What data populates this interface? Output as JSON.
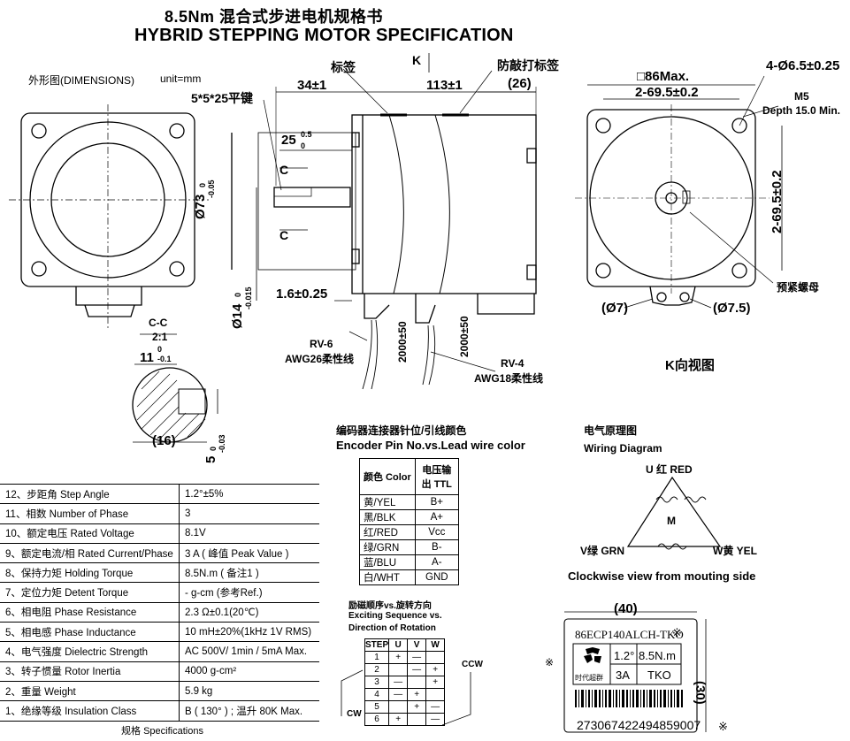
{
  "header": {
    "title_cn": "8.5Nm 混合式步进电机规格书",
    "title_en": "HYBRID STEPPING MOTOR SPECIFICATION"
  },
  "drawing": {
    "dimensions_label": "外形图(DIMENSIONS)",
    "unit_label": "unit=mm",
    "key_label": "5*5*25平键",
    "tag_label": "标签",
    "k_label": "K",
    "anti_tamper_label": "防敲打标签",
    "dim_34": "34±1",
    "dim_113": "113±1",
    "dim_26": "(26)",
    "dim_25": "25",
    "dim_25_tol": "0",
    "dim_25_tol_top": "0.5",
    "dim_73": "Ø73",
    "dim_73_tol": "0",
    "dim_73_tol2": "-0.05",
    "dim_14": "Ø14",
    "dim_14_tol": "0",
    "dim_14_tol2": "-0.015",
    "dim_1_6": "1.6±0.25",
    "c_mark": "C",
    "rv6": "RV-6",
    "awg26": "AWG26柔性线",
    "rv4": "RV-4",
    "awg18": "AWG18柔性线",
    "len_2000a": "2000±50",
    "len_2000b": "2000±50",
    "cc_label": "C-C",
    "cc_scale": "2:1",
    "dim_11": "11",
    "dim_11_tol": "0",
    "dim_11_tol2": "-0.1",
    "dim_16": "(16)",
    "dim_5": "5",
    "dim_5_tol": "0",
    "dim_5_tol2": "-0.03",
    "sq86": "□86Max.",
    "hole": "4-Ø6.5±0.25",
    "pitch": "2-69.5±0.2",
    "m5": "M5",
    "depth": "Depth 15.0 Min.",
    "pitch_v": "2-69.5±0.2",
    "nut": "预紧螺母",
    "phi7": "(Ø7)",
    "phi75": "(Ø7.5)",
    "kview": "K向视图"
  },
  "specs": {
    "rows": [
      {
        "name": "12、步距角 Step Angle",
        "value": "1.2°±5%"
      },
      {
        "name": "11、相数 Number of Phase",
        "value": "3"
      },
      {
        "name": "10、额定电压 Rated Voltage",
        "value": "8.1V"
      },
      {
        "name": "9、额定电流/相 Rated Current/Phase",
        "value": "3 A ( 峰值 Peak Value )"
      },
      {
        "name": "8、保持力矩  Holding Torque",
        "value": "8.5N.m   ( 备注1 )"
      },
      {
        "name": "7、定位力矩  Detent Torque",
        "value": "- g-cm (参考Ref.)"
      },
      {
        "name": "6、相电阻 Phase Resistance",
        "value": "2.3 Ω±0.1(20℃)"
      },
      {
        "name": "5、相电感 Phase Inductance",
        "value": "10 mH±20%(1kHz 1V RMS)"
      },
      {
        "name": "4、电气强度 Dielectric Strength",
        "value": "AC 500V/ 1min / 5mA Max."
      },
      {
        "name": "3、转子惯量 Rotor Inertia",
        "value": "4000 g-cm²"
      },
      {
        "name": "2、重量 Weight",
        "value": "5.9 kg"
      },
      {
        "name": "1、绝缘等级 Insulation Class",
        "value": "B ( 130° ) ; 温升  80K Max."
      }
    ],
    "caption": "规格  Specifications"
  },
  "encoder": {
    "title_cn": "编码器连接器针位/引线颜色",
    "title_en": "Encoder Pin No.vs.Lead wire color",
    "head_color": "颜色 Color",
    "head_out": "电压输出 TTL",
    "rows": [
      {
        "color": "黄/YEL",
        "pin": "B+"
      },
      {
        "color": "黑/BLK",
        "pin": "A+"
      },
      {
        "color": "红/RED",
        "pin": "Vcc"
      },
      {
        "color": "绿/GRN",
        "pin": "B-"
      },
      {
        "color": "蓝/BLU",
        "pin": "A-"
      },
      {
        "color": "白/WHT",
        "pin": "GND"
      }
    ]
  },
  "wiring": {
    "title_cn": "电气原理图",
    "title_en": "Wiring Diagram",
    "u": "U 红 RED",
    "v": "V绿 GRN",
    "w": "W黄 YEL",
    "m": "M",
    "caption": "Clockwise view from mouting side"
  },
  "sequence": {
    "title_cn": "励磁顺序vs.旋转方向",
    "title_en1": "Exciting Sequence vs.",
    "title_en2": "Direction of Rotation",
    "headers": [
      "STEP",
      "U",
      "V",
      "W"
    ],
    "rows": [
      [
        "1",
        "+",
        "—",
        ""
      ],
      [
        "2",
        "",
        "—",
        "+"
      ],
      [
        "3",
        "—",
        "",
        "+"
      ],
      [
        "4",
        "—",
        "+",
        ""
      ],
      [
        "5",
        "",
        "+",
        "—"
      ],
      [
        "6",
        "+",
        "",
        "—"
      ]
    ],
    "ccw": "CCW",
    "cw": "CW"
  },
  "label_plate": {
    "width": "(40)",
    "height": "(30)",
    "model": "86ECP140ALCH-TKO",
    "star": "※",
    "angle": "1.2°",
    "torque": "8.5N.m",
    "current": "3A",
    "brand": "TKO",
    "logo_text": "时代超群",
    "serial": "273067422494859007"
  }
}
